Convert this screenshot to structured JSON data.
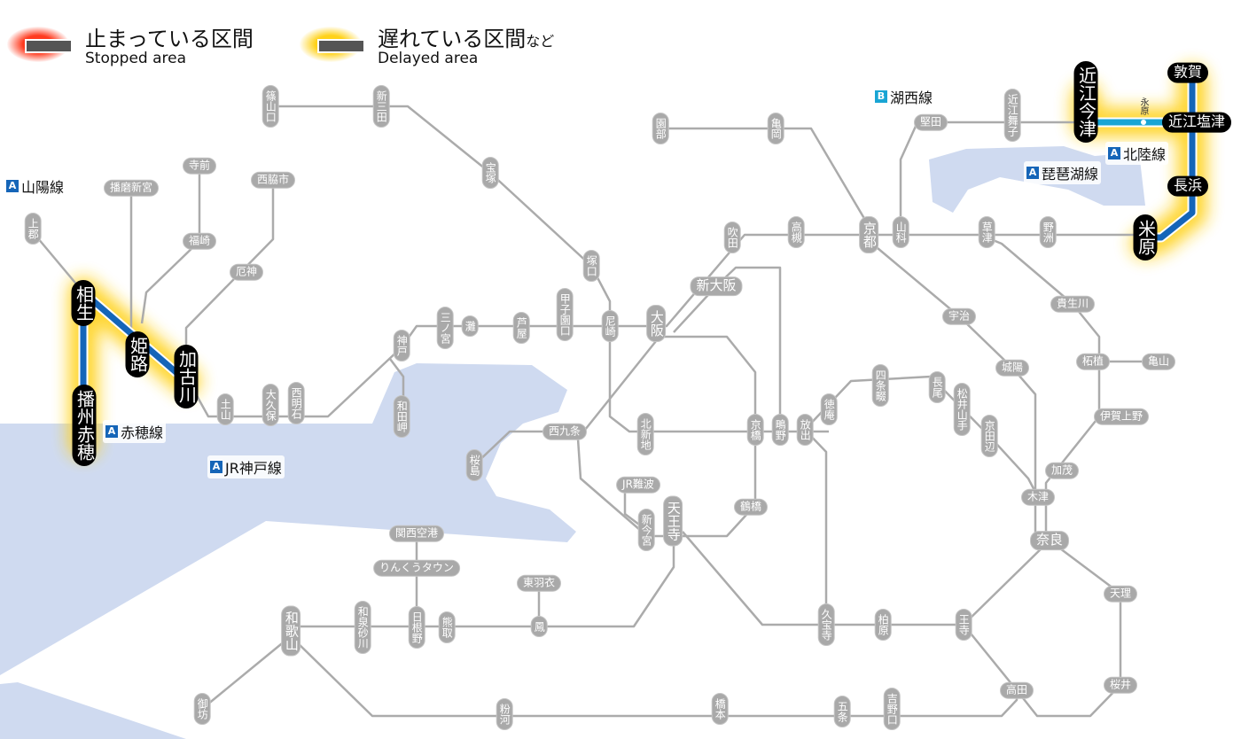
{
  "legend": {
    "stopped": {
      "jp": "止まっている区間",
      "en": "Stopped area",
      "color": "#ff3b1f"
    },
    "delayed": {
      "jp": "遅れている区間",
      "jp_suffix": "など",
      "en": "Delayed area",
      "color": "#ffd21a"
    }
  },
  "line_labels": [
    {
      "badge": "A",
      "name": "山陽線",
      "color": "#1565b8"
    },
    {
      "badge": "A",
      "name": "赤穂線",
      "color": "#1565b8"
    },
    {
      "badge": "A",
      "name": "JR神戸線",
      "color": "#1565b8"
    },
    {
      "badge": "B",
      "name": "湖西線",
      "color": "#19a5d4"
    },
    {
      "badge": "A",
      "name": "北陸線",
      "color": "#1565b8"
    },
    {
      "badge": "A",
      "name": "琵琶湖線",
      "color": "#1565b8"
    }
  ],
  "stations": [
    "篠山口",
    "新三田",
    "宝塚",
    "寺前",
    "播磨新宮",
    "西脇市",
    "上郡",
    "福崎",
    "厄神",
    "土山",
    "大久保",
    "西明石",
    "神戸",
    "和田岬",
    "三ノ宮",
    "灘",
    "芦屋",
    "甲子園口",
    "塚口",
    "尼崎",
    "大阪",
    "新大阪",
    "吹田",
    "高槻",
    "京都",
    "山科",
    "亀岡",
    "園部",
    "堅田",
    "近江舞子",
    "草津",
    "野洲",
    "宇治",
    "貴生川",
    "柘植",
    "亀山",
    "城陽",
    "伊賀上野",
    "加茂",
    "木津",
    "奈良",
    "天理",
    "桜井",
    "高田",
    "王寺",
    "柏原",
    "久宝寺",
    "吉野口",
    "五条",
    "橋本",
    "粉河",
    "御坊",
    "和歌山",
    "和泉砂川",
    "日根野",
    "熊取",
    "鳳",
    "東羽衣",
    "りんくうタウン",
    "関西空港",
    "天王寺",
    "新今宮",
    "JR難波",
    "鶴橋",
    "京橋",
    "鴫野",
    "放出",
    "徳庵",
    "四条畷",
    "長尾",
    "松井山手",
    "京田辺",
    "北新地",
    "西九条",
    "桜島"
  ],
  "affected_stations": [
    "相生",
    "姫路",
    "加古川",
    "播州赤穂",
    "近江今津",
    "敦賀",
    "近江塩津",
    "長浜",
    "米原"
  ],
  "minor_station": "永原",
  "colors": {
    "line": "#ababab",
    "affected_line": "#1565b8",
    "kosei_line": "#19a5d4",
    "water": "#cfdaf0",
    "delay_glow": "#ffd21a"
  }
}
